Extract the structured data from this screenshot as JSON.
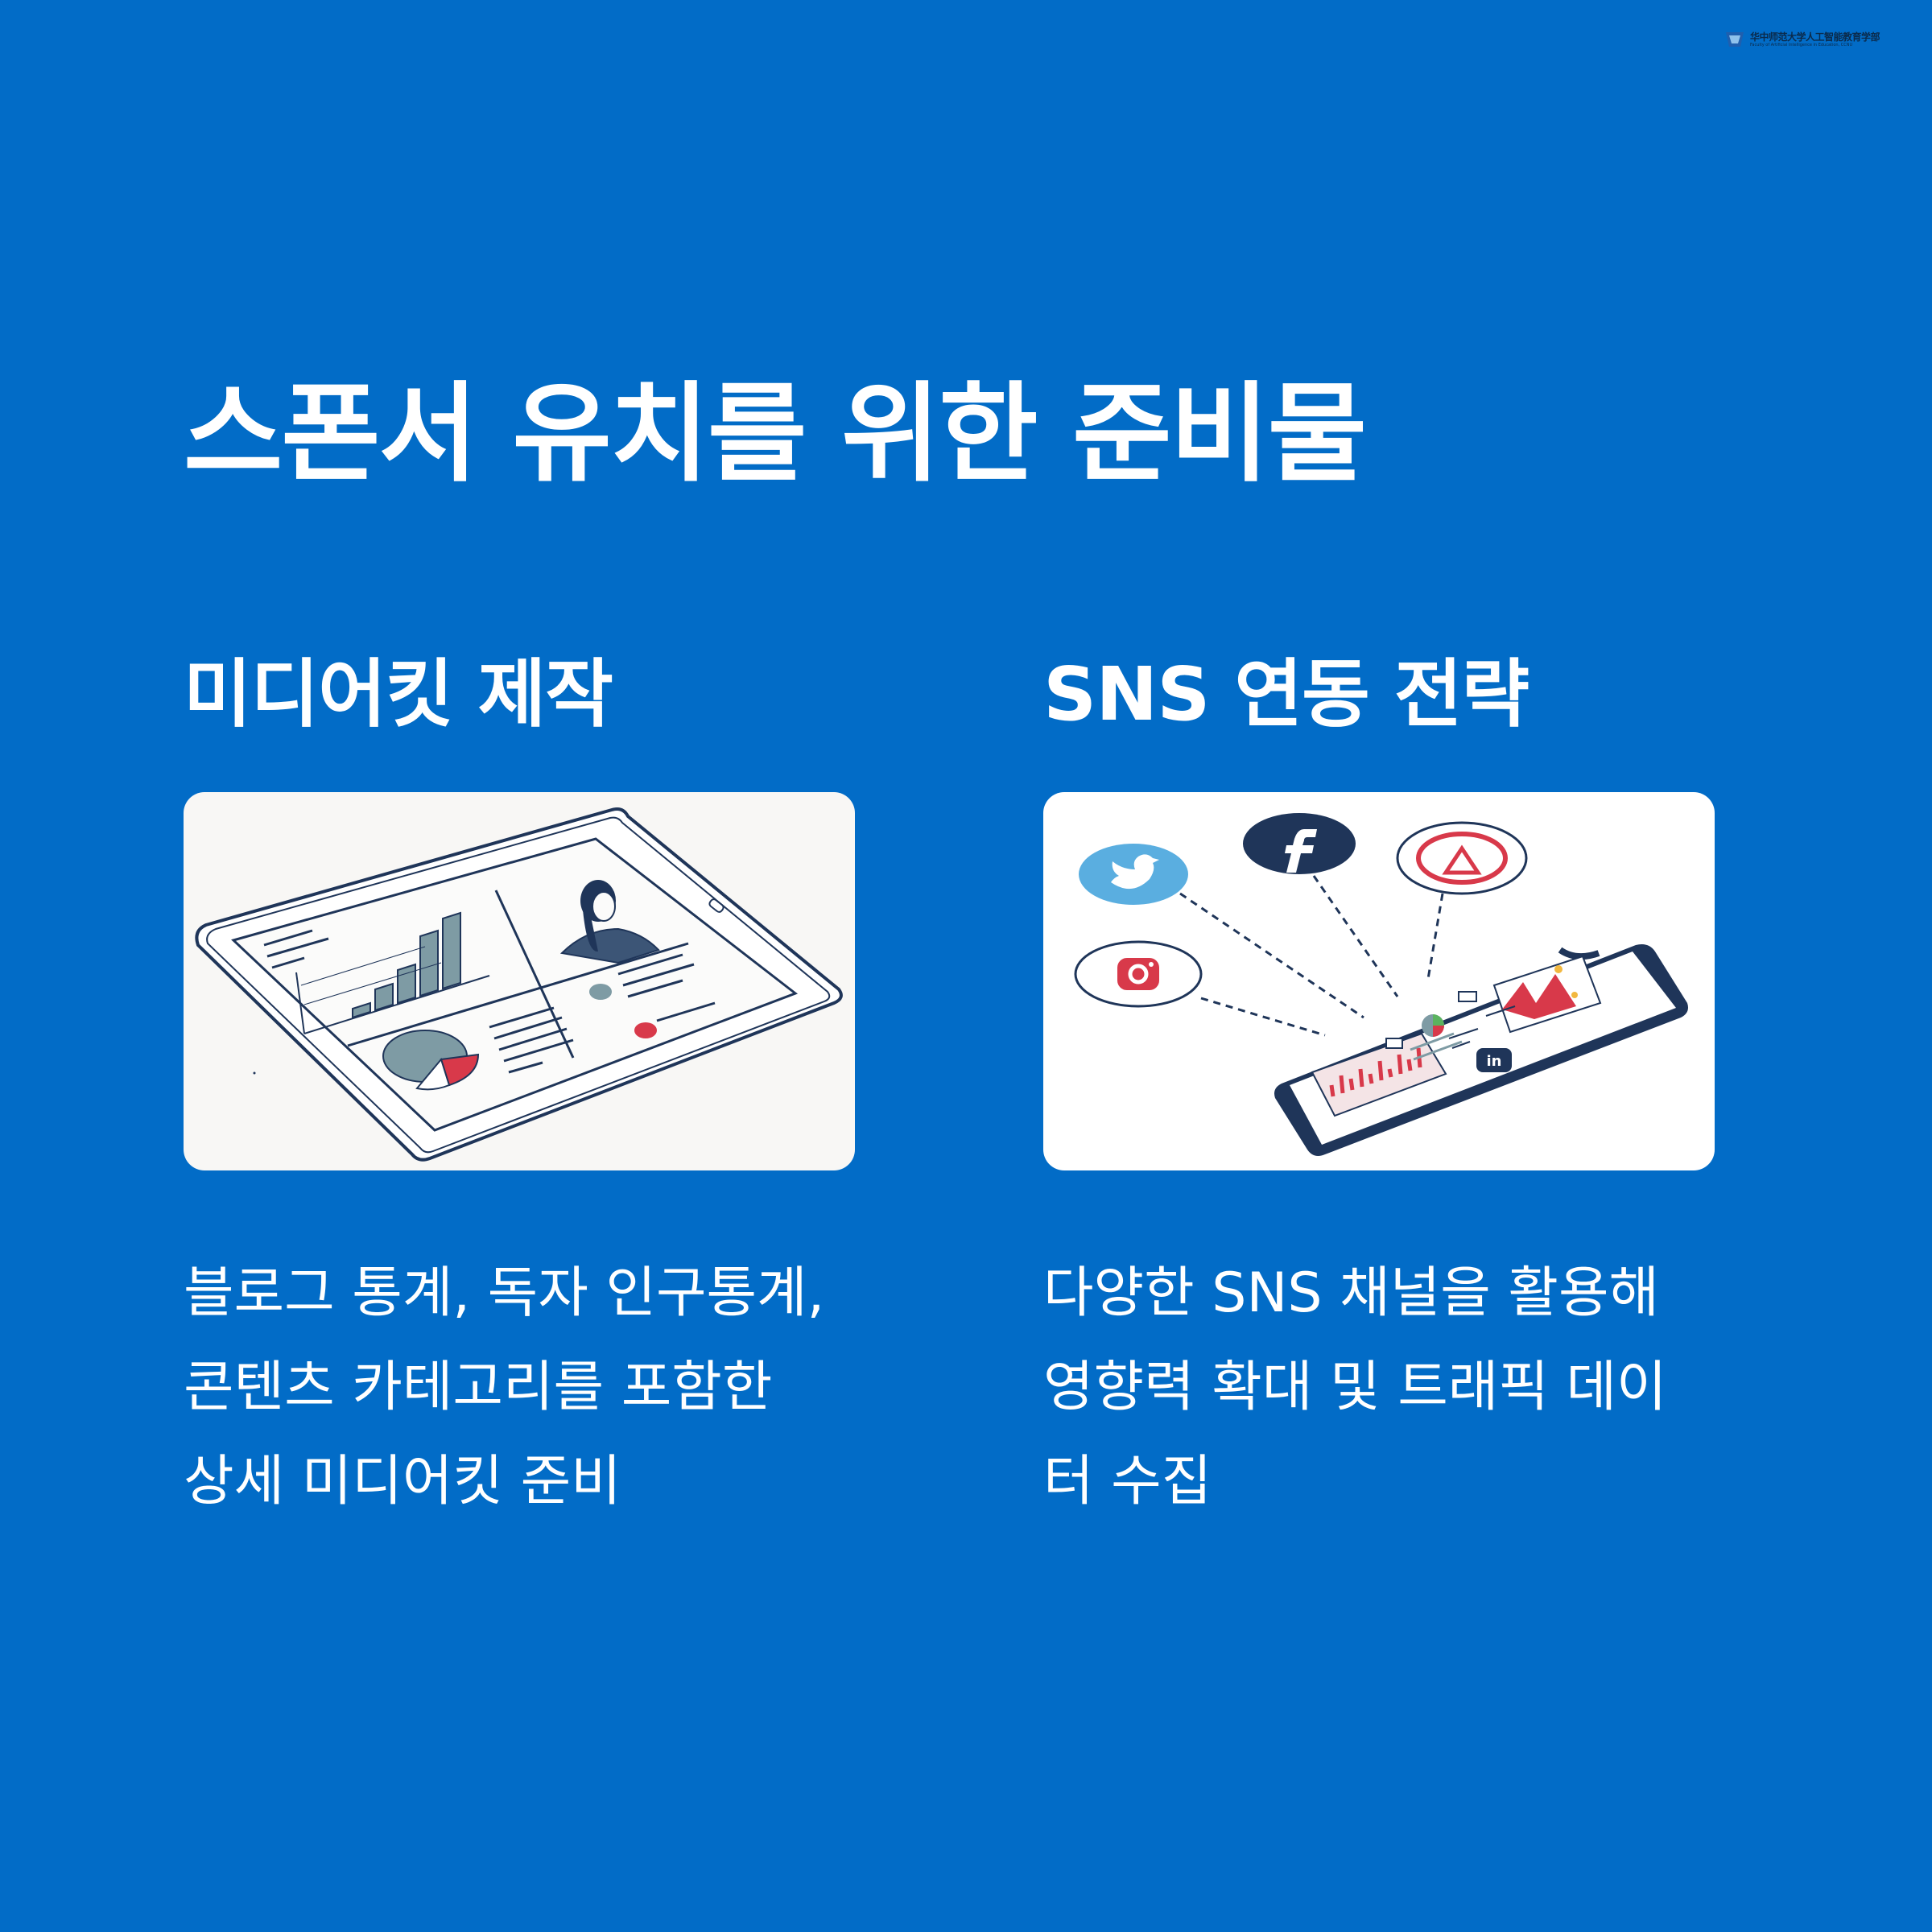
{
  "logo": {
    "text_cn": "华中师范大学人工智能教育学部",
    "text_en": "Faculty of Artificial Intelligence in Education, CCNU"
  },
  "title": "스폰서 유치를 위한 준비물",
  "columns": [
    {
      "heading": "미디어킷 제작",
      "illustration": "tablet-dashboard-illustration",
      "description_lines": [
        "블로그 통계, 독자 인구통계,",
        "콘텐츠 카테고리를 포함한",
        "상세 미디어킷 준비"
      ]
    },
    {
      "heading": "SNS 연동 전략",
      "illustration": "smartphone-social-network-illustration",
      "description_lines": [
        "다양한 SNS 채널을 활용해",
        "영향력 확대 및 트래픽 데이",
        "터 수집"
      ]
    }
  ],
  "colors": {
    "background": "#026CC7",
    "text": "#FFFFFF",
    "navy": "#1F3559",
    "accent_red": "#D8394A",
    "slate": "#7E9BA4",
    "twitter_blue": "#5AAEE0"
  }
}
